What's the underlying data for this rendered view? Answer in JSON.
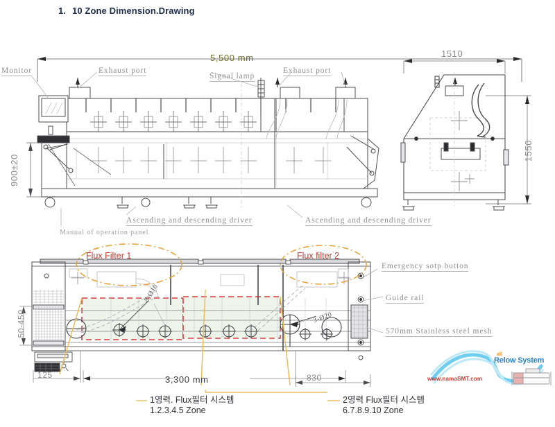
{
  "title": {
    "number": "1.",
    "text": "10 Zone Dimension.Drawing"
  },
  "front_view": {
    "dimensions": {
      "overall_length": "5,500 mm",
      "conveyor_height": "900±20"
    },
    "labels": [
      {
        "name": "monitor",
        "text": "Monitor"
      },
      {
        "name": "exhaust-port-left",
        "text": "Exhaust port"
      },
      {
        "name": "signal-lamp",
        "text": "Signal lamp"
      },
      {
        "name": "exhaust-port-right",
        "text": "Exhaust port"
      },
      {
        "name": "ascending-descending-driver-left",
        "text": "Ascending and descending driver"
      },
      {
        "name": "ascending-descending-driver-right",
        "text": "Ascending and descending driver"
      },
      {
        "name": "manual-of-operation-panel",
        "text": "Manual of operation panel"
      }
    ]
  },
  "side_view": {
    "dimensions": {
      "width": "1510",
      "height": "1550"
    }
  },
  "top_view": {
    "callouts": [
      {
        "name": "flux-filter-1",
        "text": "Flux Filter 1"
      },
      {
        "name": "flux-filter-2",
        "text": "Flux filter 2"
      }
    ],
    "labels": [
      {
        "name": "emergency-stop-button",
        "text": "Emergency sotp button"
      },
      {
        "name": "guide-rail",
        "text": "Guide rail"
      },
      {
        "name": "stainless-steel-mesh",
        "text": "570mm Stainless steel mesh"
      }
    ],
    "hole_notes": [
      {
        "name": "hole-note-8-d10",
        "text": "8-Ø10"
      },
      {
        "name": "hole-note-3-d20",
        "text": "3-Ø20"
      }
    ],
    "dimensions": {
      "left_offset": "125",
      "heating_length": "3,300 mm",
      "right_offset": "830",
      "mesh_height_range": "50-450"
    }
  },
  "zone_notes": [
    {
      "name": "zone-note-1",
      "line1": "1영력. Flux필터 시스템",
      "line2": "1.2.3.4.5 Zone"
    },
    {
      "name": "zone-note-2",
      "line1": "2영력 Flux필터 시스템",
      "line2": "6.7.8.9.10 Zone"
    }
  ],
  "logo": {
    "url": "www.namaSMT.com",
    "small": "all",
    "brand": "Relow System"
  },
  "colors": {
    "title": "#1f2d4e",
    "label_gray": "#8e8e92",
    "dim_olive": "#6b6b2f",
    "flux_red": "#c0392b",
    "callout_orange": "#e8a33d",
    "zone_box_red": "#d83b3b",
    "zone_fill_green": "#eaf2e6",
    "logo_cyan": "#5ec8ef",
    "logo_red": "#d0342c",
    "logo_blue": "#2b7fc4"
  }
}
